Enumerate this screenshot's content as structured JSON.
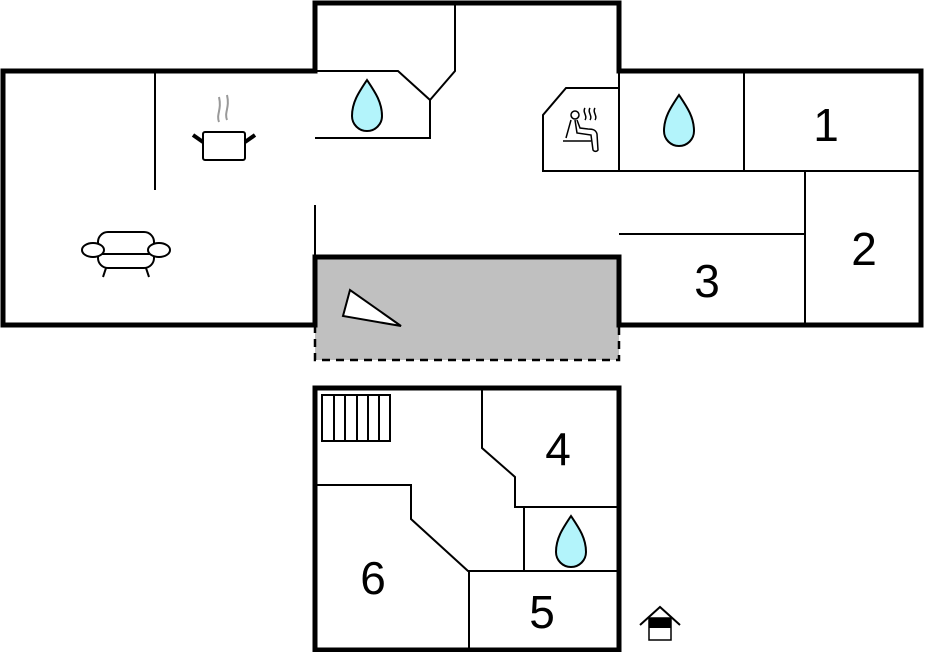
{
  "plan": {
    "ground_floor": {
      "rooms": [
        {
          "label": "1"
        },
        {
          "label": "2"
        },
        {
          "label": "3"
        }
      ],
      "icons": [
        "kitchen-pot-icon",
        "sofa-icon",
        "bathroom-drop-icon",
        "sauna-icon",
        "terrace-icon"
      ]
    },
    "upper_floor": {
      "rooms": [
        {
          "label": "4"
        },
        {
          "label": "5"
        },
        {
          "label": "6"
        }
      ],
      "icons": [
        "stairs-icon",
        "bathroom-drop-icon",
        "house-floor-icon"
      ]
    }
  },
  "colors": {
    "water": "#b3f4fb",
    "terrace": "#c0c0c0",
    "steam": "#999999"
  }
}
